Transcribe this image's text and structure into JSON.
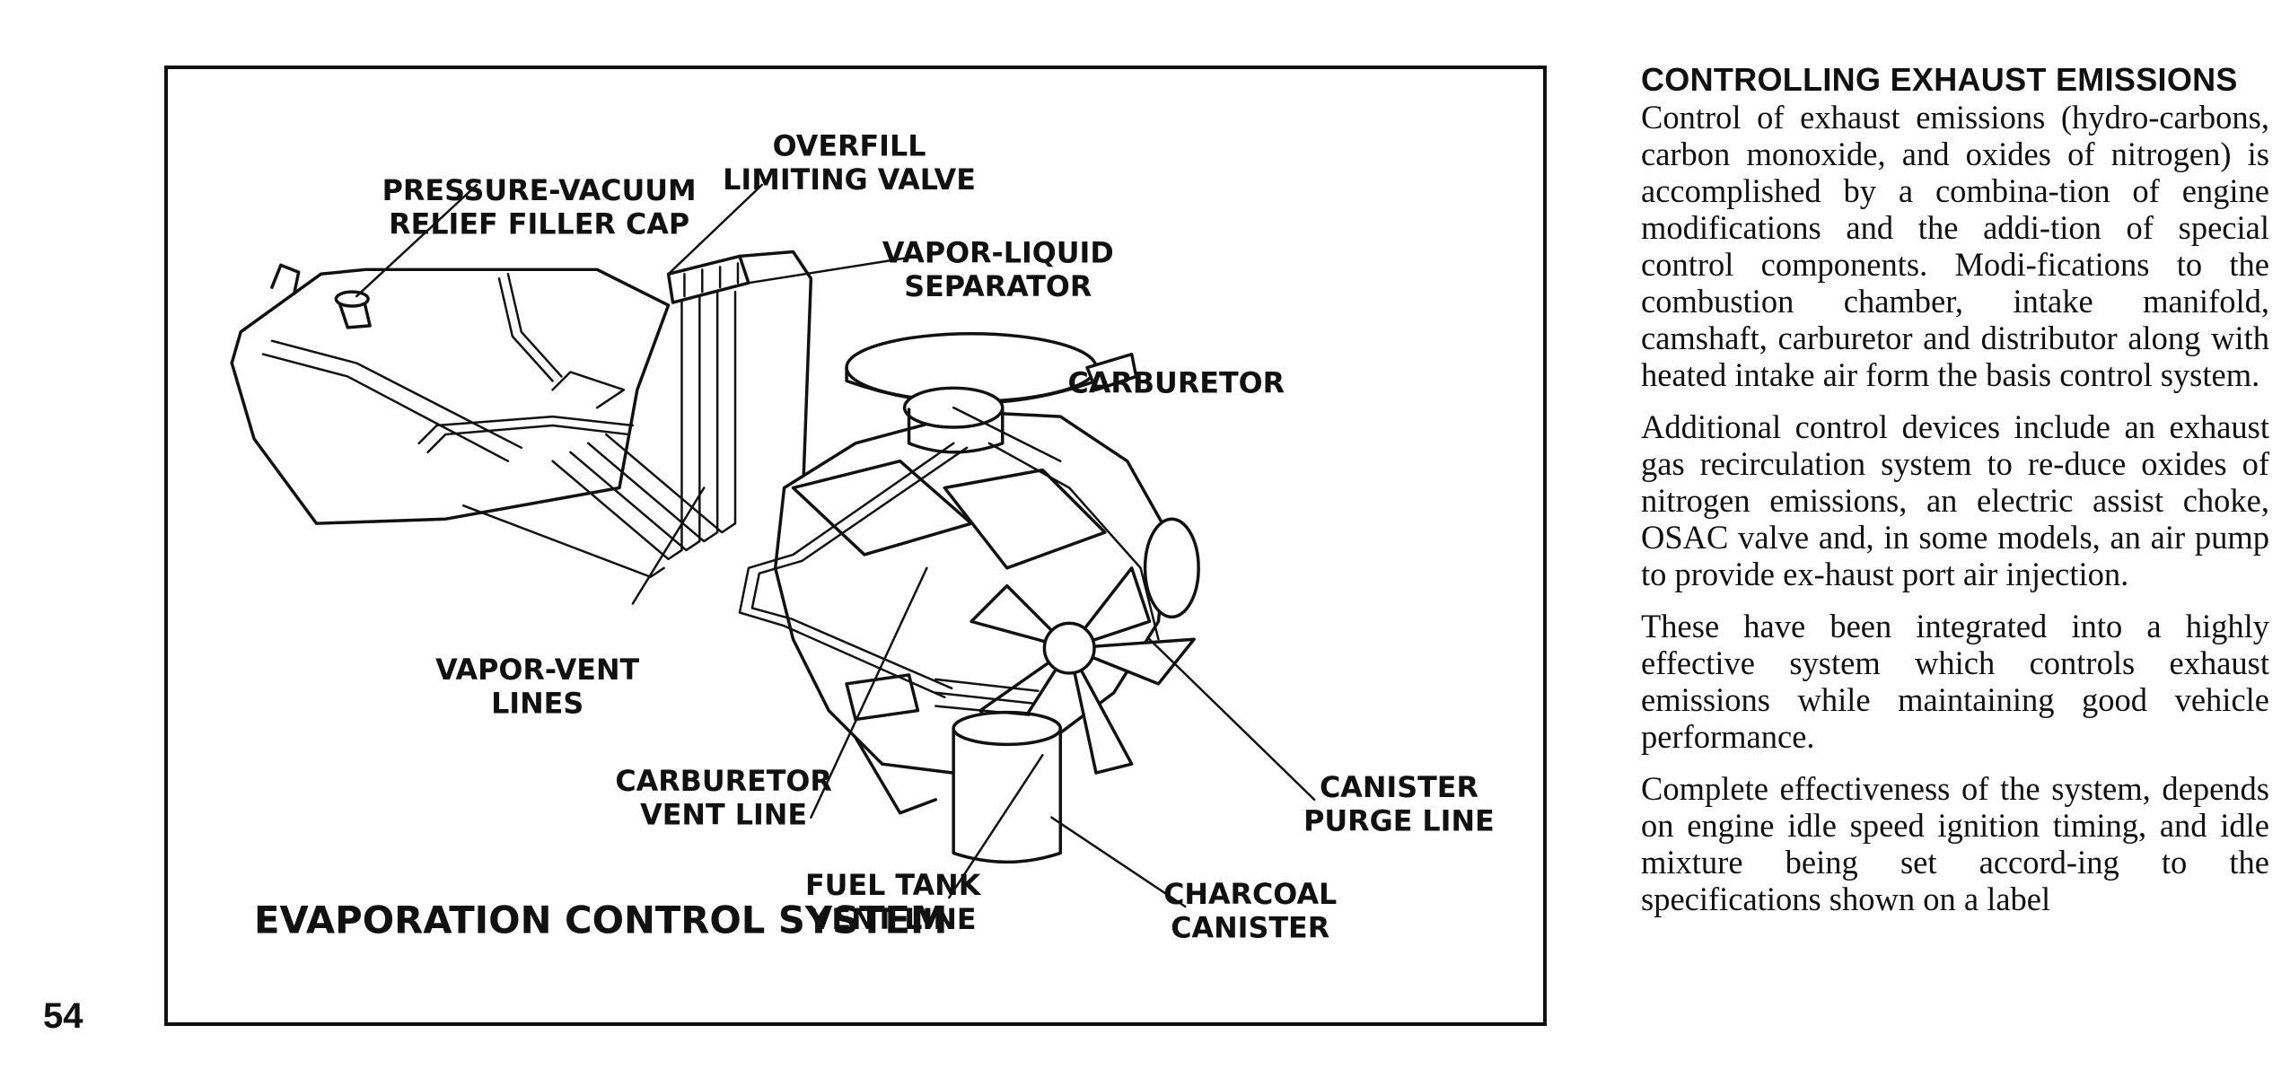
{
  "page": {
    "number": "54"
  },
  "figure": {
    "title": "EVAPORATION CONTROL SYSTEM",
    "labels": {
      "filler_cap_1": "PRESSURE-VACUUM",
      "filler_cap_2": "RELIEF FILLER CAP",
      "overfill_1": "OVERFILL",
      "overfill_2": "LIMITING VALVE",
      "separator_1": "VAPOR-LIQUID",
      "separator_2": "SEPARATOR",
      "carburetor": "CARBURETOR",
      "vapor_vent_1": "VAPOR-VENT",
      "vapor_vent_2": "LINES",
      "carb_vent_1": "CARBURETOR",
      "carb_vent_2": "VENT LINE",
      "fuel_tank_vent_1": "FUEL TANK",
      "fuel_tank_vent_2": "VENT LINE",
      "canister_purge_1": "CANISTER",
      "canister_purge_2": "PURGE LINE",
      "charcoal_1": "CHARCOAL",
      "charcoal_2": "CANISTER"
    }
  },
  "article": {
    "heading": "CONTROLLING EXHAUST EMISSIONS",
    "paragraphs": [
      "Control of exhaust emissions (hydro-carbons, carbon monoxide, and oxides of nitrogen) is accomplished by a combina-tion of engine modifications and the addi-tion of special control components. Modi-fications to the combustion chamber, intake manifold, camshaft, carburetor and distributor along with heated intake air form the basis control system.",
      "Additional control devices include an exhaust gas recirculation system to re-duce oxides of nitrogen emissions, an electric assist choke, OSAC valve and, in some models, an air pump to provide ex-haust port air injection.",
      "These have been integrated into a highly effective system which controls exhaust emissions while maintaining good vehicle performance.",
      "Complete effectiveness of the system, depends on engine idle speed ignition timing, and idle mixture being set accord-ing to the specifications shown on a label"
    ]
  }
}
